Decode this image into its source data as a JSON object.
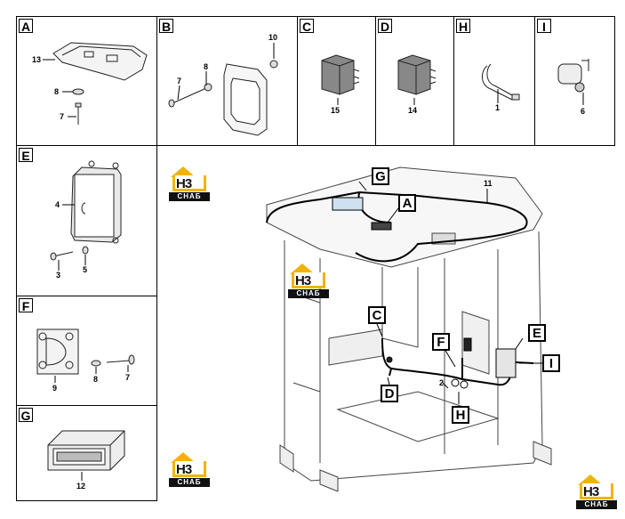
{
  "panels": {
    "A": {
      "label": "A",
      "callouts": [
        "13",
        "8",
        "7"
      ]
    },
    "B": {
      "label": "B",
      "callouts": [
        "10",
        "8",
        "7"
      ]
    },
    "C": {
      "label": "C",
      "callouts": [
        "15"
      ]
    },
    "D": {
      "label": "D",
      "callouts": [
        "14"
      ]
    },
    "H": {
      "label": "H",
      "callouts": [
        "1"
      ]
    },
    "I": {
      "label": "I",
      "callouts": [
        "6"
      ]
    },
    "E": {
      "label": "E",
      "callouts": [
        "4",
        "3",
        "5"
      ]
    },
    "F": {
      "label": "F",
      "callouts": [
        "9",
        "8",
        "7"
      ]
    },
    "G": {
      "label": "G",
      "callouts": [
        "12"
      ]
    }
  },
  "main": {
    "callouts": {
      "harness": "11",
      "branch": "2"
    },
    "box_labels": {
      "G": "G",
      "A": "A",
      "C": "C",
      "F": "F",
      "E": "E",
      "I": "I",
      "D": "D",
      "H": "H"
    }
  },
  "logo": {
    "mark": "H3",
    "band": "СНАБ",
    "accent": "#f2b300"
  }
}
